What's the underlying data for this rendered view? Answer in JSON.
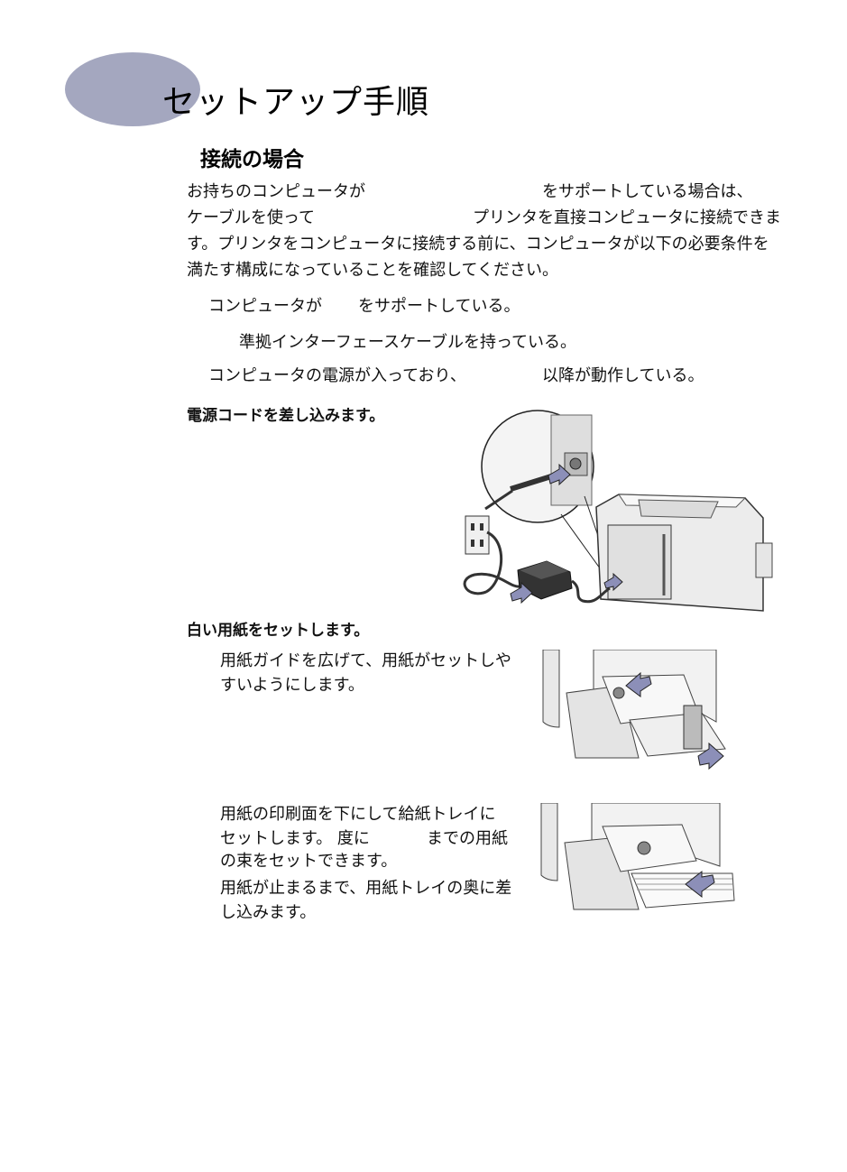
{
  "page_title": "セットアップ手順",
  "section_heading": "接続の場合",
  "intro": {
    "line1a": "お持ちのコンピュータが",
    "line1b": "をサポートしている場合は、",
    "line2a": "ケーブルを使って",
    "line2b": "プリンタを直接コンピュータに接続できま",
    "line3": "す。プリンタをコンピュータに接続する前に、コンピュータが以下の必要条件を",
    "line4": "満たす構成になっていることを確認してください。"
  },
  "requirements": {
    "r1a": "コンピュータが",
    "r1b": "をサポートしている。",
    "r2": "準拠インターフェースケーブルを持っている。",
    "r3a": "コンピュータの電源が入っており、",
    "r3b": "以降が動作している。"
  },
  "step1": {
    "heading": "電源コードを差し込みます。"
  },
  "step2": {
    "heading": "白い用紙をセットします。",
    "a_line1": "用紙ガイドを広げて、用紙がセットしや",
    "a_line2": "すいようにします。",
    "b_line1": "用紙の印刷面を下にして給紙トレイに",
    "b_line2a": "セットします。 度に",
    "b_line2b": "までの用紙",
    "b_line3": "の束をセットできます。",
    "c_line1": "用紙が止まるまで、用紙トレイの奥に差",
    "c_line2": "し込みます。"
  },
  "colors": {
    "accent_circle": "#a4a7bf",
    "arrow": "#8c8fb8"
  }
}
